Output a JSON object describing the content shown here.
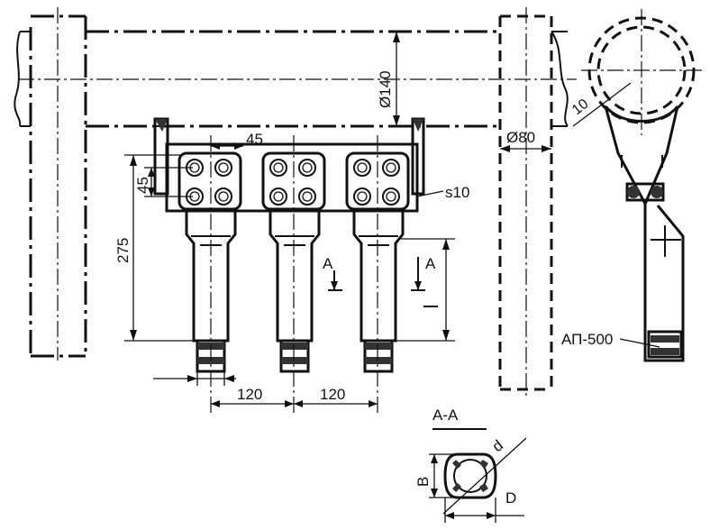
{
  "labels": {
    "dim_45_top": "45",
    "dim_45_side": "45",
    "dim_275": "275",
    "dim_120_left": "120",
    "dim_120_right": "120",
    "dim_d140": "Ø140",
    "dim_d80": "Ø80",
    "dim_s10": "s10",
    "dim_10": "10",
    "section_a_left": "А",
    "section_a_right": "А",
    "section_title": "А-А",
    "part_ap500": "АП-500",
    "sec_B": "B",
    "sec_d": "d",
    "sec_D": "D"
  }
}
